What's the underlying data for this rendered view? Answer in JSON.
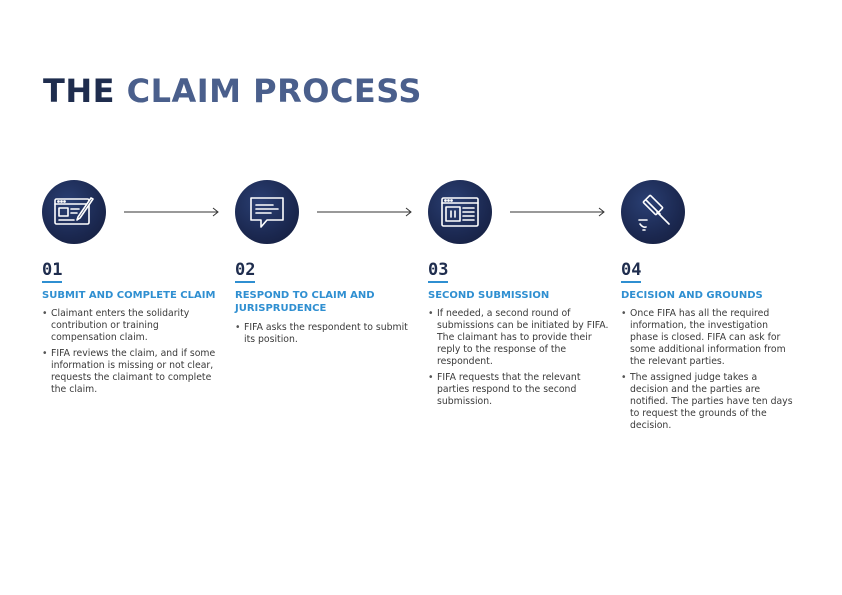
{
  "page": {
    "title_part1": "THE",
    "title_part2": "CLAIM PROCESS"
  },
  "colors": {
    "title_dark": "#1f2d4e",
    "title_light": "#4a5f8c",
    "accent_blue": "#2f8fd1",
    "circle_navy": "#1b2850"
  },
  "steps": [
    {
      "number": "01",
      "heading": "SUBMIT AND COMPLETE CLAIM",
      "icon": "browser-edit-icon",
      "bullets": [
        "Claimant enters the solidarity contribution or training compensation claim.",
        "FIFA reviews the claim, and if some information is missing or not clear, requests the claimant to complete the claim."
      ]
    },
    {
      "number": "02",
      "heading": "RESPOND TO CLAIM AND JURISPRUDENCE",
      "icon": "speech-bubble-icon",
      "bullets": [
        "FIFA asks the respondent to submit its position."
      ]
    },
    {
      "number": "03",
      "heading": "SECOND SUBMISSION",
      "icon": "browser-document-icon",
      "bullets": [
        "If needed, a second round of submissions can be initiated by FIFA. The claimant has to provide their reply to the response of the respondent.",
        "FIFA requests that the relevant parties respond to the second submission."
      ]
    },
    {
      "number": "04",
      "heading": "DECISION AND GROUNDS",
      "icon": "gavel-icon",
      "bullets": [
        "Once FIFA has all the required information, the investigation phase is closed. FIFA can ask for some additional information from the relevant parties.",
        "The assigned judge takes a decision and the parties are notified. The parties have ten days to request the grounds of the decision."
      ]
    }
  ]
}
